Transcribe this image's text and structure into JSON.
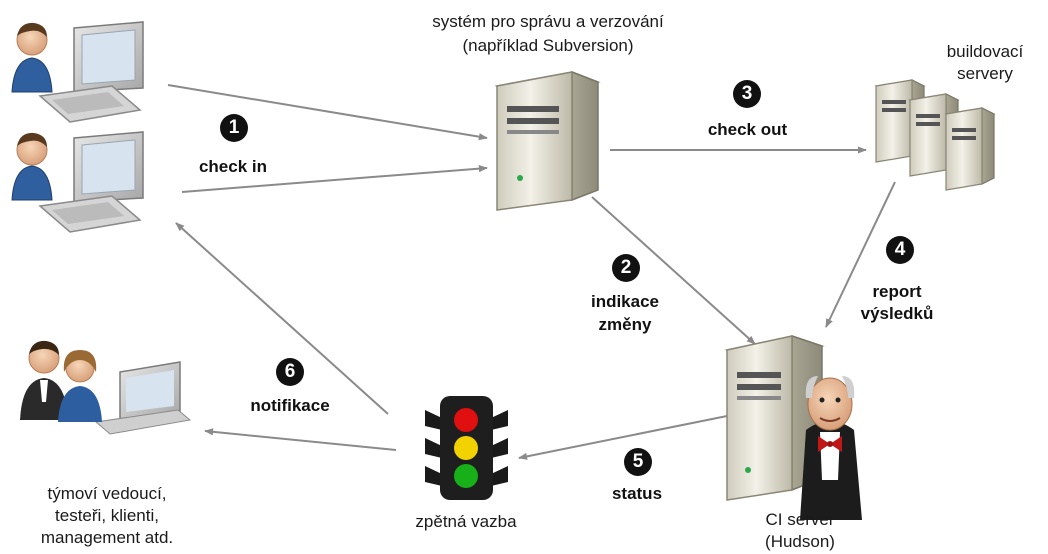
{
  "nodes": {
    "vcs": {
      "line1": "systém pro správu a verzování",
      "line2": "(například Subversion)"
    },
    "build": {
      "line1": "buildovací",
      "line2": "servery"
    },
    "ci": {
      "line1": "CI server",
      "line2": "(Hudson)"
    },
    "feedback": {
      "line1": "zpětná vazba"
    },
    "team": {
      "line1": "týmoví vedoucí,",
      "line2": "testeři, klienti,",
      "line3": "management atd."
    }
  },
  "steps": [
    {
      "number": "1",
      "label1": "check in",
      "label2": ""
    },
    {
      "number": "2",
      "label1": "indikace",
      "label2": "změny"
    },
    {
      "number": "3",
      "label1": "check out",
      "label2": ""
    },
    {
      "number": "4",
      "label1": "report",
      "label2": "výsledků"
    },
    {
      "number": "5",
      "label1": "status",
      "label2": ""
    },
    {
      "number": "6",
      "label1": "notifikace",
      "label2": ""
    }
  ],
  "colors": {
    "arrow": "#8a8a8a",
    "server": "#e8e5d8",
    "red": "#e01010",
    "yellow": "#f2d200",
    "green": "#18b018"
  }
}
